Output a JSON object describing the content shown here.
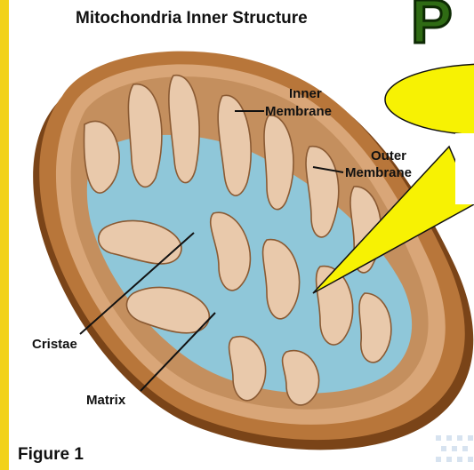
{
  "diagram": {
    "title": "Mitochondria Inner Structure",
    "caption": "Figure 1",
    "labels": {
      "inner_membrane_line1": "Inner",
      "inner_membrane_line2": "Membrane",
      "outer_membrane_line1": "Outer",
      "outer_membrane_line2": "Membrane",
      "cristae": "Cristae",
      "matrix": "Matrix"
    },
    "slide_heading_fragment": "P"
  },
  "colors": {
    "slide_border": "#f2d21a",
    "callout_fill": "#f7f203",
    "heading_letter": "#2f6b14",
    "outer_membrane": "#b8763a",
    "outer_membrane_dark": "#7a4418",
    "inner_membrane": "#e9c9ab",
    "matrix": "#8fc7d9"
  }
}
